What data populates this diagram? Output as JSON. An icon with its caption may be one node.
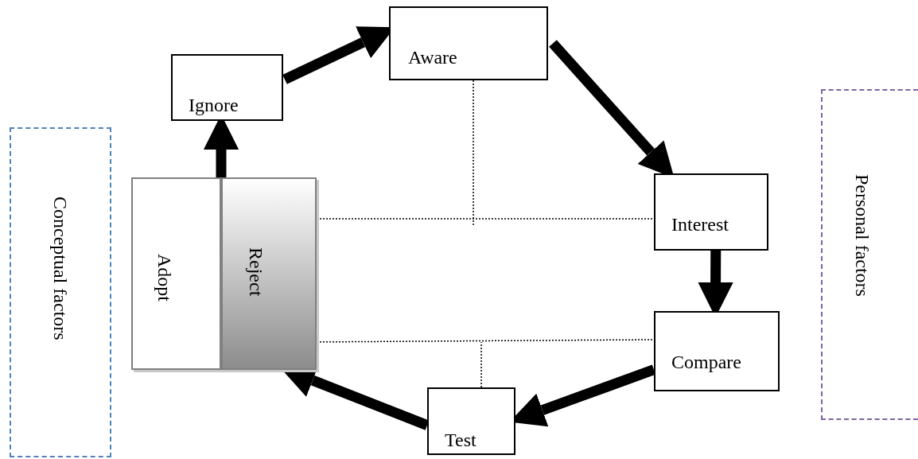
{
  "diagram": {
    "nodes": [
      {
        "text": [
          "Conceptual factors"
        ]
      },
      {
        "text": [
          "Ignore"
        ]
      },
      {
        "text": [
          "Aware"
        ]
      },
      {
        "text": [
          "Adopt"
        ]
      },
      {
        "text": [
          "Reject"
        ]
      },
      {
        "text": [
          "Interest"
        ]
      },
      {
        "text": [
          "Compare"
        ]
      },
      {
        "text": [
          "Test"
        ]
      },
      {
        "text": [
          "Personal factors"
        ]
      }
    ],
    "edges": [
      {
        "from": 4,
        "to": 1,
        "arrow": "to"
      },
      {
        "from": 1,
        "to": 2,
        "arrow": "to"
      },
      {
        "from": 2,
        "to": 5,
        "arrow": "to"
      },
      {
        "from": 5,
        "to": 6,
        "arrow": "to"
      },
      {
        "from": 6,
        "to": 7,
        "arrow": "to"
      },
      {
        "from": 7,
        "to": 4,
        "arrow": "to"
      },
      {
        "from": 4,
        "to": 5,
        "arrow": "none",
        "style": "dashed"
      },
      {
        "from": 4,
        "to": 6,
        "arrow": "none",
        "style": "dashed"
      },
      {
        "from": 2,
        "to": null,
        "arrow": "none",
        "style": "dashed"
      },
      {
        "from": 7,
        "to": null,
        "arrow": "none",
        "style": "dashed"
      }
    ]
  }
}
